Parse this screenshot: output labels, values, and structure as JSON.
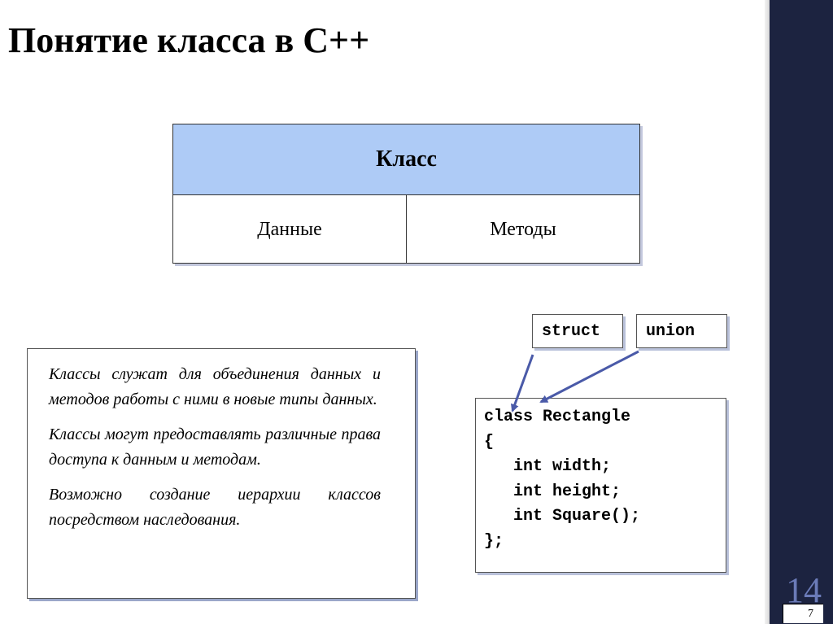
{
  "title": "Понятие класса в C++",
  "class_diagram": {
    "header": "Класс",
    "cells": [
      "Данные",
      "Методы"
    ]
  },
  "description": [
    "Классы служат для объединения данных и методов работы с ними в новые типы данных.",
    "Классы могут предоставлять различные права доступа к данным и методам.",
    "Возможно создание иерархии классов посредством наследования."
  ],
  "keywords": {
    "struct": "struct",
    "union": "union"
  },
  "code": [
    "class Rectangle",
    "{",
    "   int width;",
    "   int height;",
    "   int Square();",
    "};"
  ],
  "slide_number": "14",
  "page_number": "7",
  "colors": {
    "header_fill": "#aecbf6",
    "sidebar": "#1c2340",
    "arrow": "#4a5aa8"
  }
}
